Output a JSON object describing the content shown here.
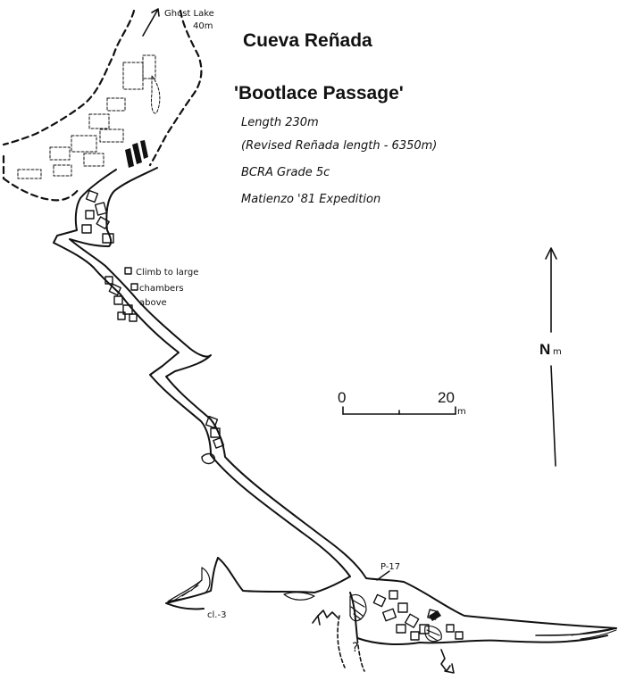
{
  "title": "Cueva Reñada",
  "subtitle": "'Bootlace Passage'",
  "info": {
    "length": "Length 230m",
    "revised": "(Revised Reñada length - 6350m)",
    "grade": "BCRA Grade 5c",
    "expedition": "Matienzo '81 Expedition"
  },
  "annotations": {
    "ghost_lake": "Ghost Lake",
    "ghost_lake_distance": "40m",
    "climb_line1": "Climb to large",
    "climb_line2": "chambers",
    "climb_line3": "above",
    "pitch": "P-17",
    "climb_down": "cl.-3",
    "unknown": "?"
  },
  "scale": {
    "start": "0",
    "end": "20",
    "unit": "m"
  },
  "north": {
    "label": "N",
    "unit": "m"
  }
}
